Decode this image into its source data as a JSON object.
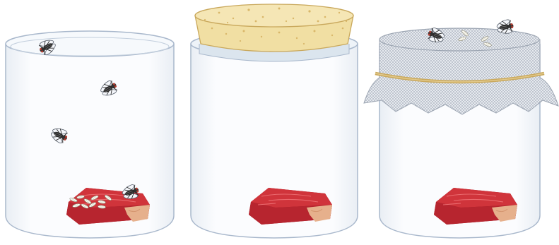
{
  "diagram": {
    "jars": [
      {
        "cover": "none",
        "meat": true,
        "maggots_on_meat": true,
        "flies_present": 4
      },
      {
        "cover": "cork",
        "meat": true,
        "maggots_on_meat": false,
        "flies_present": 0
      },
      {
        "cover": "gauze",
        "meat": true,
        "maggots_on_meat": false,
        "maggots_on_gauze": true,
        "flies_present": 2
      }
    ]
  },
  "colors": {
    "glass_stroke": "#a9b8cc",
    "glass_fill": "#f2f6fa",
    "meat_top": "#d0343b",
    "meat_side": "#a11e27",
    "fat": "#e6b08c",
    "cork": "#f1dfa3",
    "cork_speckle": "#d9b76a",
    "gauze": "#c3c9d3",
    "string": "#c9a85c"
  }
}
